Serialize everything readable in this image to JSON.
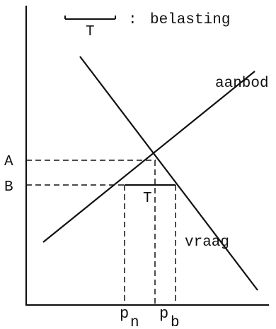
{
  "legend": {
    "symbol_label": "T",
    "separator": ":",
    "text": "belasting"
  },
  "curves": {
    "supply_label": "aanbod",
    "demand_label": "vraag"
  },
  "axis_labels": {
    "A": "A",
    "B": "B"
  },
  "tax_label": "T",
  "price_labels": {
    "pn_main": "p",
    "pn_sub": "n",
    "pb_main": "p",
    "pb_sub": "b"
  },
  "colors": {
    "ink": "#111111",
    "background": "#ffffff"
  }
}
